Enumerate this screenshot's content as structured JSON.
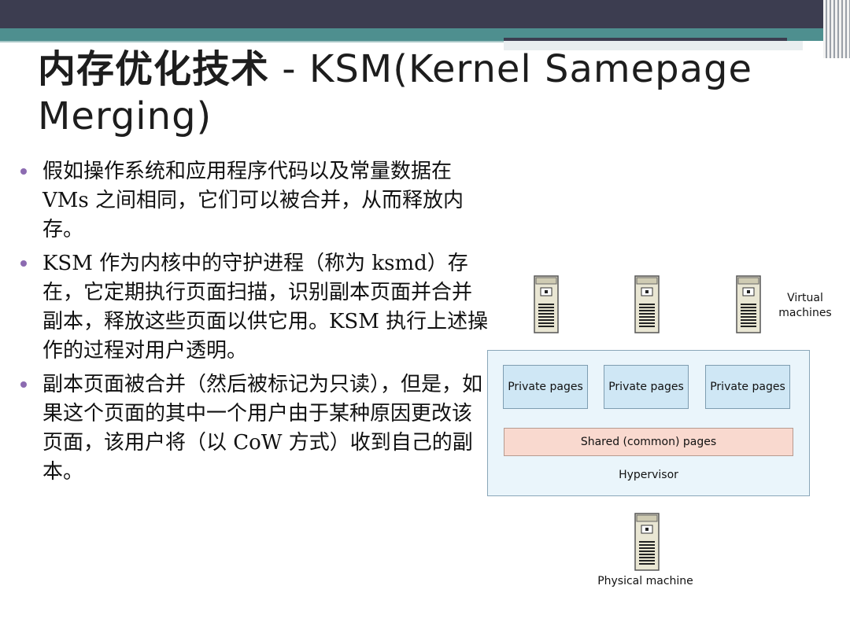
{
  "slide": {
    "title_cn": "内存优化技术",
    "title_rest": " - KSM(Kernel Samepage Merging)",
    "bullets": [
      "假如操作系统和应用程序代码以及常量数据在 VMs 之间相同，它们可以被合并，从而释放内存。",
      "KSM 作为内核中的守护进程（称为 ksmd）存在，它定期执行页面扫描，识别副本页面并合并副本，释放这些页面以供它用。KSM 执行上述操作的过程对用户透明。",
      "副本页面被合并（然后被标记为只读），但是，如果这个页面的其中一个用户由于某种原因更改该页面，该用户将（以 CoW 方式）收到自己的副本。"
    ]
  },
  "diagram": {
    "vm_label_line1": "Virtual",
    "vm_label_line2": "machines",
    "private_pages": [
      "Private pages",
      "Private pages",
      "Private pages"
    ],
    "shared_label": "Shared (common) pages",
    "hypervisor_label": "Hypervisor",
    "physical_label": "Physical machine",
    "server_icon": "server-tower-icon"
  },
  "colors": {
    "bullet": "#8c6bb1",
    "private_fill": "#cfe7f5",
    "shared_fill": "#f9d9cf",
    "hypervisor_fill": "#eaf5fb",
    "band_dark": "#3c3d50",
    "band_teal": "#4e8f8f"
  }
}
